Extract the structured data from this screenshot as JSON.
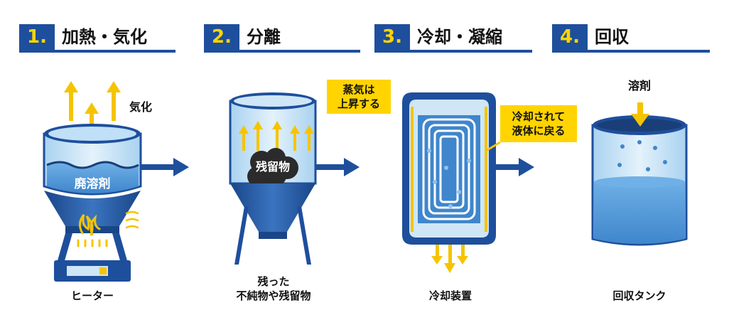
{
  "steps": [
    {
      "number": "1.",
      "title": "加熱・気化"
    },
    {
      "number": "2.",
      "title": "分離"
    },
    {
      "number": "3.",
      "title": "冷却・凝縮"
    },
    {
      "number": "4.",
      "title": "回収"
    }
  ],
  "labels": {
    "vaporize": "気化",
    "waste_solvent": "廃溶剤",
    "heater": "ヒーター",
    "residue": "残留物",
    "vapor_rises": "蒸気は\n上昇する",
    "leftover_line1": "残った",
    "leftover_line2": "不純物や残留物",
    "cooled_returns": "冷却されて\n液体に戻る",
    "cooling_device": "冷却装置",
    "solvent": "溶剤",
    "recovery_tank": "回収タンク"
  },
  "colors": {
    "brand_blue": "#1e4f9c",
    "accent_yellow": "#ffd400",
    "liquid_blue": "#4a8fd0",
    "glass_blue": "#cfe6f7"
  }
}
